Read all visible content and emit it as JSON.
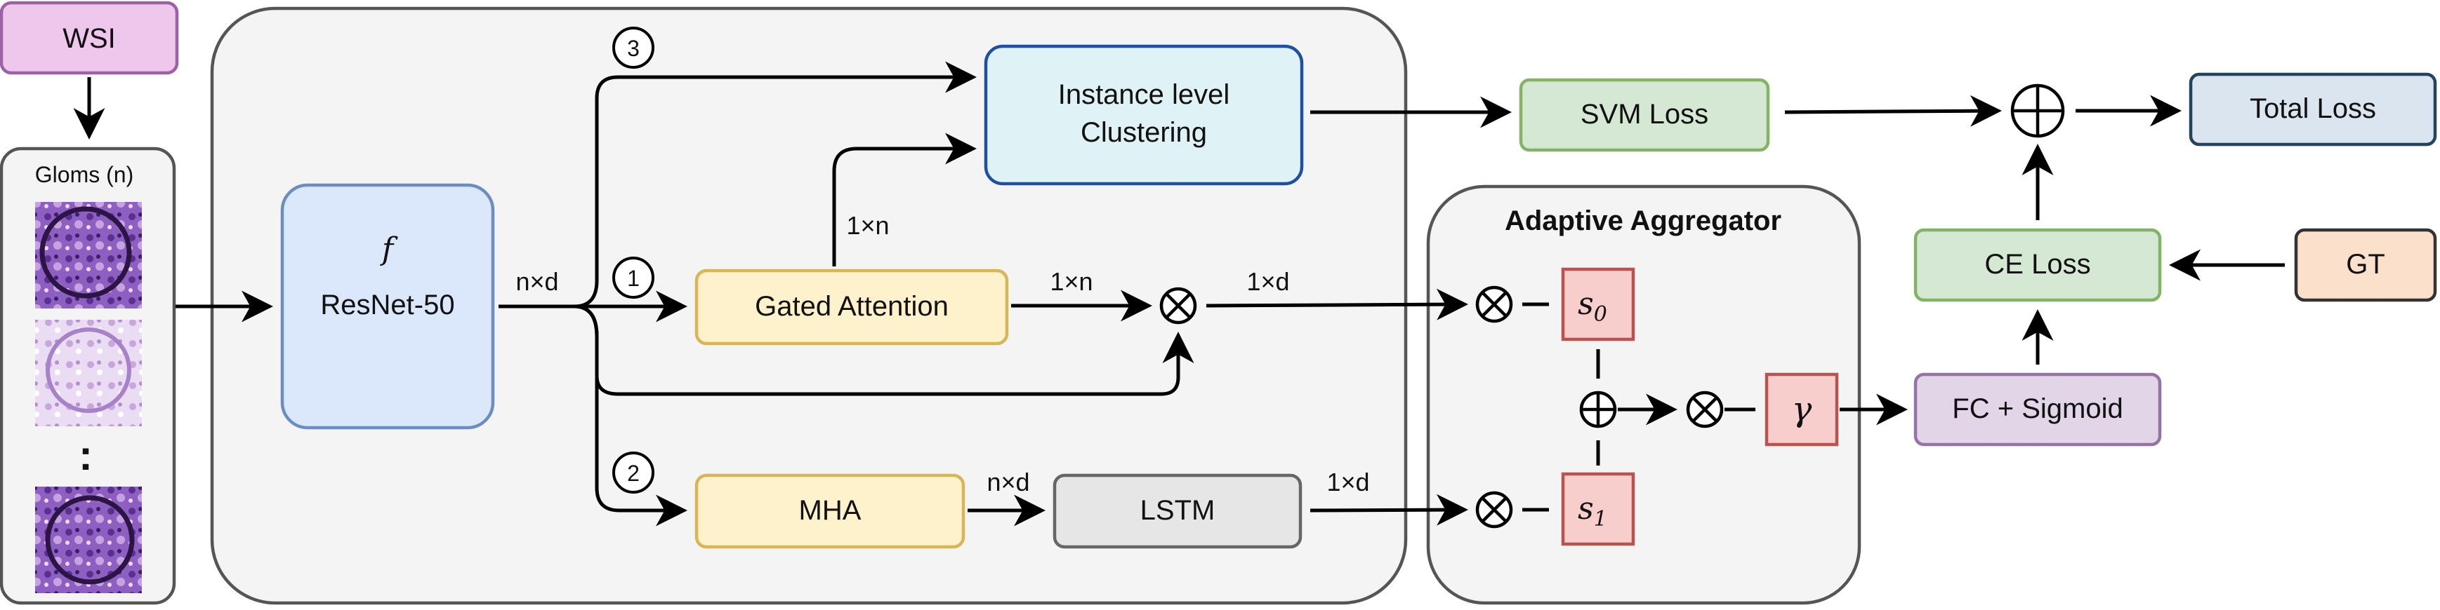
{
  "nodes": {
    "wsi": "WSI",
    "gloms": "Gloms (n)",
    "ellipsis": ":",
    "feature_symbol": "f",
    "resnet": "ResNet-50",
    "clustering_line1": "Instance level",
    "clustering_line2": "Clustering",
    "gated_attention": "Gated Attention",
    "mha": "MHA",
    "lstm": "LSTM",
    "svm_loss": "SVM Loss",
    "total_loss": "Total Loss",
    "aggregator_title": "Adaptive Aggregator",
    "s0": "s",
    "s0_sub": "0",
    "s1": "s",
    "s1_sub": "1",
    "gamma": "γ",
    "ce_loss": "CE Loss",
    "gt": "GT",
    "fc_sigmoid": "FC + Sigmoid"
  },
  "edge_labels": {
    "resnet_out": "n×d",
    "attn_to_cluster": "1×n",
    "attn_to_mult": "1×n",
    "mult_out": "1×d",
    "mha_out": "n×d",
    "lstm_out": "1×d"
  },
  "branches": {
    "one": "1",
    "two": "2",
    "three": "3"
  },
  "colors": {
    "wsi_fill": "#efc6ec",
    "wsi_stroke": "#9b62a6",
    "resnet_fill": "#dbe8fb",
    "resnet_stroke": "#6c8ebf",
    "cluster_fill": "#dff2f5",
    "cluster_stroke": "#1f4fa0",
    "yellow_fill": "#fef2cc",
    "yellow_stroke": "#d6b656",
    "lstm_fill": "#e6e6e6",
    "lstm_stroke": "#666666",
    "green_fill": "#d5e8d4",
    "green_stroke": "#82b366",
    "blue_fill": "#dae5ef",
    "blue_stroke": "#23445d",
    "red_fill": "#f8cecc",
    "red_stroke": "#b85450",
    "orange_fill": "#fbe1cc",
    "orange_stroke": "#333333",
    "purple_fill": "#e1d5e7",
    "purple_stroke": "#9673a6",
    "panel_fill": "#f4f4f4",
    "panel_stroke": "#555555"
  }
}
